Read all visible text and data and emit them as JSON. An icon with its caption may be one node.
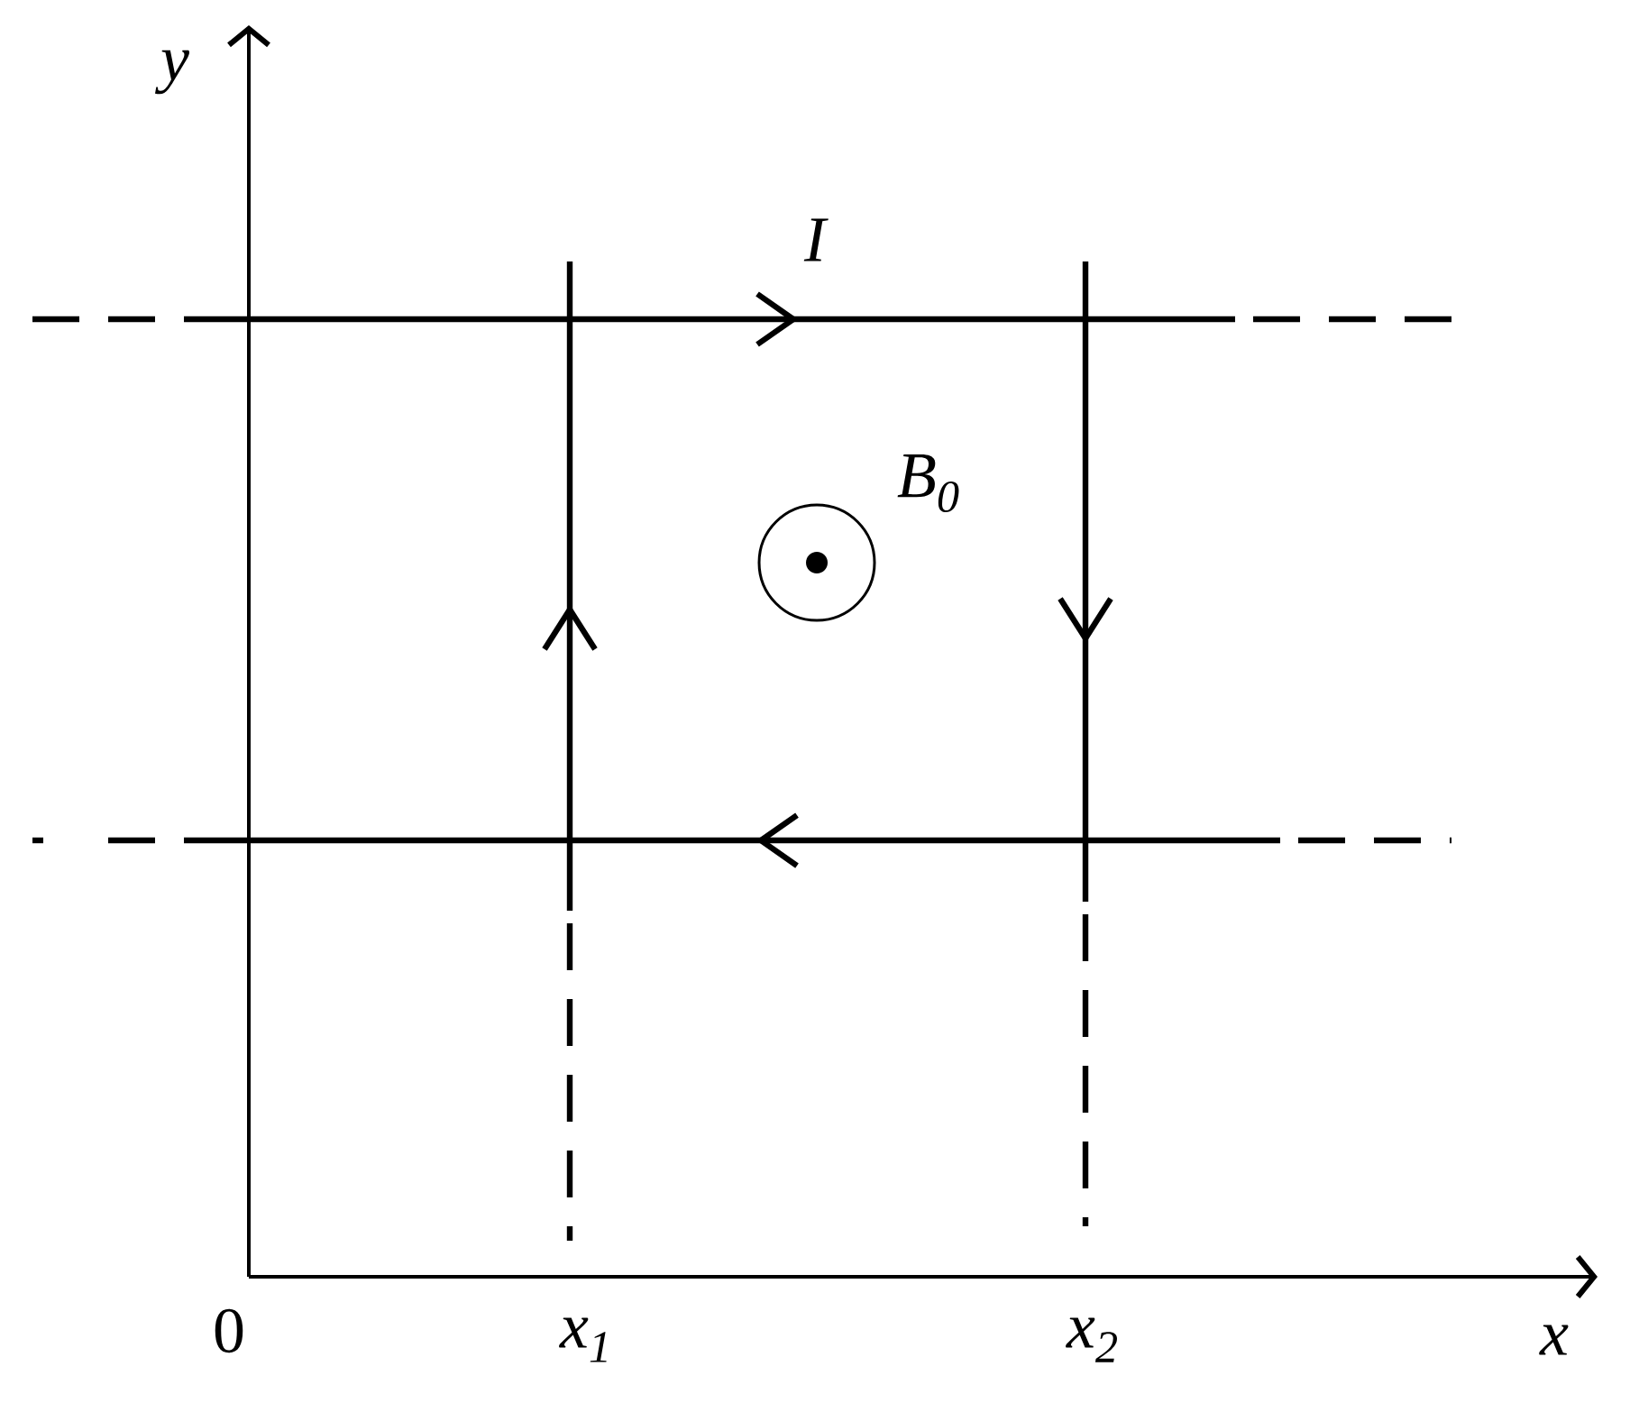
{
  "diagram": {
    "labels": [
      "y",
      "I",
      "B$_{0}$",
      "0",
      "x$_{1}$",
      "x$_{2}$",
      "x"
    ]
  }
}
